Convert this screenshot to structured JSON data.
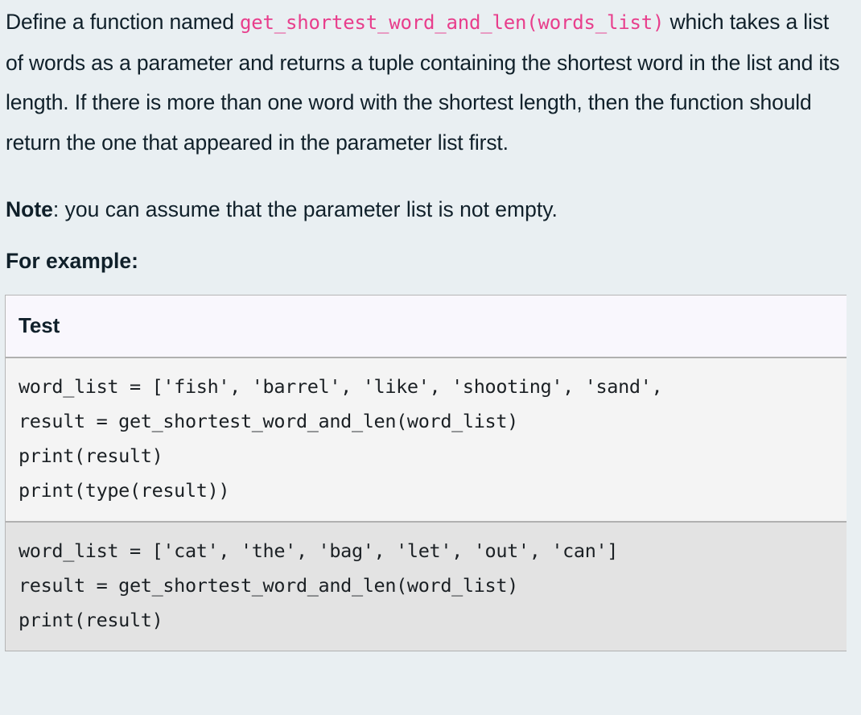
{
  "colors": {
    "page_background": "#e9eff2",
    "body_text": "#10202a",
    "inline_code_pink": "#e83e8c",
    "table_border": "#b0b0b0",
    "header_cell_background": "#f9f7fd",
    "row_odd_background": "#f4f4f4",
    "row_even_background": "#e3e3e3",
    "code_text": "#1b2024"
  },
  "question": {
    "paragraph_1": {
      "before_code": "Define a function named ",
      "code": "get_shortest_word_and_len(words_list)",
      "after_code": " which takes a list of words as a parameter and returns a tuple containing the shortest word in the list and its length. If there is more than one word with the shortest length, then the function should return the one that appeared in the parameter list first."
    },
    "note": {
      "label": "Note",
      "text": ": you can assume that the parameter list is not empty."
    },
    "for_example_heading": "For example:"
  },
  "test_table": {
    "headers": [
      "Test"
    ],
    "rows": [
      {
        "code": "word_list = ['fish', 'barrel', 'like', 'shooting', 'sand',\nresult = get_shortest_word_and_len(word_list)\nprint(result)\nprint(type(result))"
      },
      {
        "code": "word_list = ['cat', 'the', 'bag', 'let', 'out', 'can']\nresult = get_shortest_word_and_len(word_list)\nprint(result)"
      }
    ]
  }
}
